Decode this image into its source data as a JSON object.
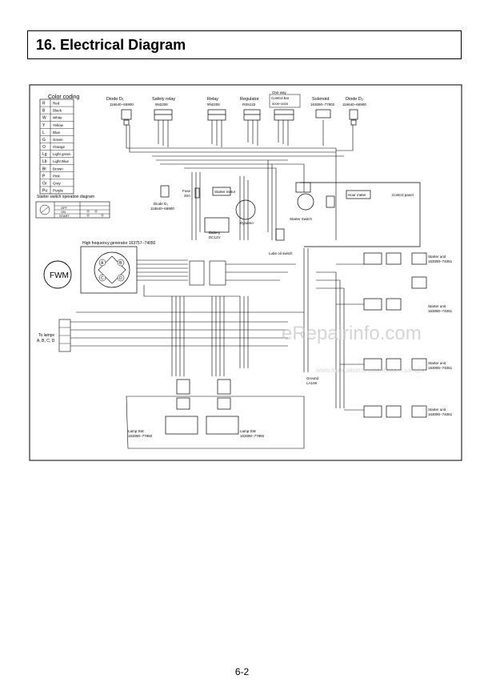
{
  "header": {
    "title": "16. Electrical Diagram"
  },
  "color_coding": {
    "title": "Color coding",
    "rows": [
      {
        "code": "R",
        "name": "Red"
      },
      {
        "code": "B",
        "name": "Black"
      },
      {
        "code": "W",
        "name": "White"
      },
      {
        "code": "Y",
        "name": "Yellow"
      },
      {
        "code": "L",
        "name": "Blue"
      },
      {
        "code": "G",
        "name": "Green"
      },
      {
        "code": "O",
        "name": "Orange"
      },
      {
        "code": "Lg",
        "name": "Light green"
      },
      {
        "code": "Lb",
        "name": "Light Blue"
      },
      {
        "code": "Br",
        "name": "Brown"
      },
      {
        "code": "P",
        "name": "Pink"
      },
      {
        "code": "Gr",
        "name": "Gray"
      },
      {
        "code": "Pu",
        "name": "Purple"
      }
    ]
  },
  "starter_switch": {
    "title": "Starter switch operation diagram",
    "rows": [
      "OFF",
      "ON",
      "START"
    ]
  },
  "components": {
    "diode1_label": "Diode D₁",
    "diode1_part": "116640−66900",
    "safety_relay_label": "Safety relay",
    "safety_relay_part": "9N2206",
    "relay_label": "Relay",
    "relay_part": "9N2205",
    "regulator_label": "Regulator",
    "regulator_part": "RS5133",
    "one_way_valve_label": "One way",
    "control_bar_label": "Control bar",
    "control_bar_part": "5009−5005",
    "solenoid_label": "Solenoid",
    "solenoid_part": "163090−77902",
    "diode2_label": "Diode D₂",
    "diode2_part": "116640−66900",
    "fuse_label": "Fuse",
    "fuse_value": "20A",
    "diode3_label": "Diode D₃",
    "diode3_part": "116640−66900",
    "starter_motor_label": "Starter motor",
    "dynamo_label": "Dynamo",
    "battery_label": "Battery",
    "battery_value": "DC12V",
    "starter_switch_label": "Starter Switch",
    "hour_meter_label": "Hour meter",
    "control_panel_label": "Control panel",
    "lube_oil_label": "Lube oil switch",
    "generator_label": "High frequency generator  163757−74050",
    "fwm_label": "FWM",
    "to_lamps_label": "To lamps",
    "to_lamps_sub": "A, B, C, D",
    "lamp_sw_label_1": "Lamp SW",
    "lamp_sw_part_1": "163090−77850",
    "lamp_sw_label_2": "Lamp SW",
    "lamp_sw_part_2": "163090−77850",
    "ground_label": "Ground",
    "ground_part": "LA106",
    "starter_unit_label": "Starter unit",
    "starter_unit_part_1": "163090−74051",
    "starter_unit_part_2": "163090−74051",
    "starter_unit_part_3": "163090−74051",
    "starter_unit_part_4": "163090−74051"
  },
  "watermark": {
    "line1": "eRepairinfo.com",
    "line2": "www.manualsinstruments.com.sample"
  },
  "page_number": "6-2"
}
